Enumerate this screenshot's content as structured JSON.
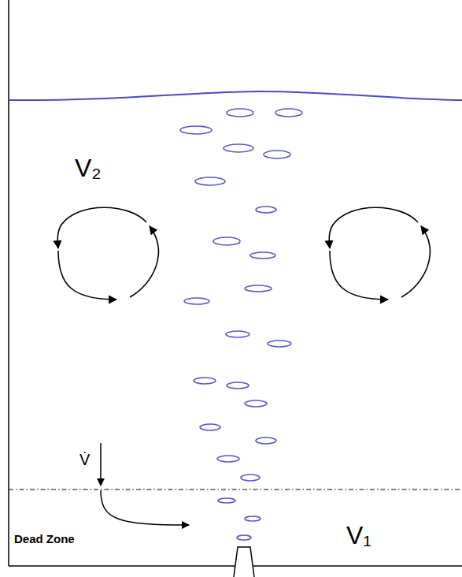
{
  "diagram": {
    "labels": [
      "V₂",
      "V̇",
      "Dead Zone",
      "V₁"
    ]
  }
}
